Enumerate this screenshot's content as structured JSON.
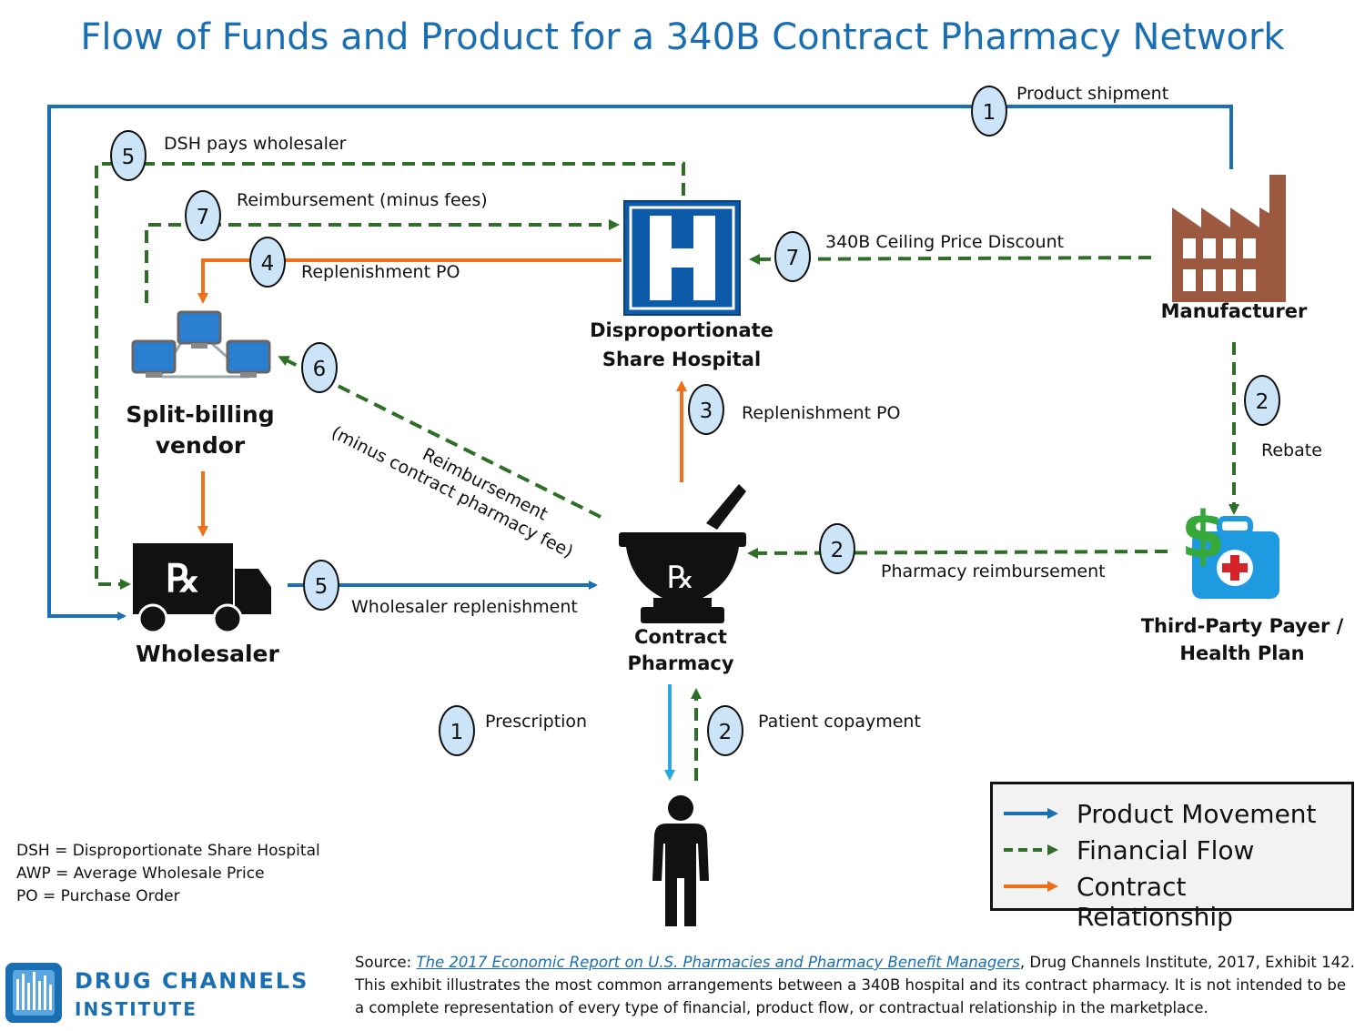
{
  "title": "Flow of Funds and Product for a 340B Contract Pharmacy Network",
  "nodes": {
    "manufacturer": "Manufacturer",
    "hospital_line1": "Disproportionate",
    "hospital_line2": "Share Hospital",
    "vendor_line1": "Split-billing",
    "vendor_line2": "vendor",
    "wholesaler": "Wholesaler",
    "pharmacy_line1": "Contract",
    "pharmacy_line2": "Pharmacy",
    "payer_line1": "Third-Party Payer /",
    "payer_line2": "Health Plan"
  },
  "flows": {
    "product_shipment": {
      "step": "1",
      "label": "Product shipment"
    },
    "dsh_pays": {
      "step": "5",
      "label": "DSH pays wholesaler"
    },
    "reimb_minus_fees": {
      "step": "7",
      "label": "Reimbursement (minus fees)"
    },
    "replenishment_po_4": {
      "step": "4",
      "label": "Replenishment PO"
    },
    "ceiling_discount": {
      "step": "7",
      "label": "340B Ceiling Price Discount"
    },
    "reimb_contract": {
      "step": "6",
      "label_line1": "Reimbursement",
      "label_line2": "(minus contract pharmacy fee)"
    },
    "replenishment_po_3": {
      "step": "3",
      "label": "Replenishment  PO"
    },
    "rebate": {
      "step": "2",
      "label": "Rebate"
    },
    "pharmacy_reimb": {
      "step": "2",
      "label": "Pharmacy reimbursement"
    },
    "wholesaler_replenishment": {
      "step": "5",
      "label": "Wholesaler replenishment"
    },
    "prescription": {
      "step": "1",
      "label": "Prescription"
    },
    "patient_copay": {
      "step": "2",
      "label": "Patient copayment"
    }
  },
  "legend": {
    "product": "Product Movement",
    "financial": "Financial Flow",
    "contract": "Contract Relationship"
  },
  "abbreviations": [
    "DSH = Disproportionate Share Hospital",
    "AWP = Average Wholesale Price",
    "PO = Purchase Order"
  ],
  "source": {
    "prefix": "Source: ",
    "link": "The 2017 Economic Report on U.S. Pharmacies and Pharmacy Benefit Managers",
    "suffix": ", Drug Channels Institute, 2017, Exhibit 142. This exhibit illustrates the most common arrangements between a 340B hospital and its contract pharmacy. It is not intended to be a complete representation of every type of financial, product flow, or contractual relationship in the marketplace."
  },
  "brand": {
    "line1": "DRUG CHANNELS",
    "line2": "INSTITUTE"
  },
  "colors": {
    "product": "#1b6fb5",
    "financial": "#2e6e27",
    "contract": "#f07019",
    "patient_flow": "#29a8e0",
    "title": "#1a6fb3",
    "badge_fill": "#cce4f7"
  }
}
